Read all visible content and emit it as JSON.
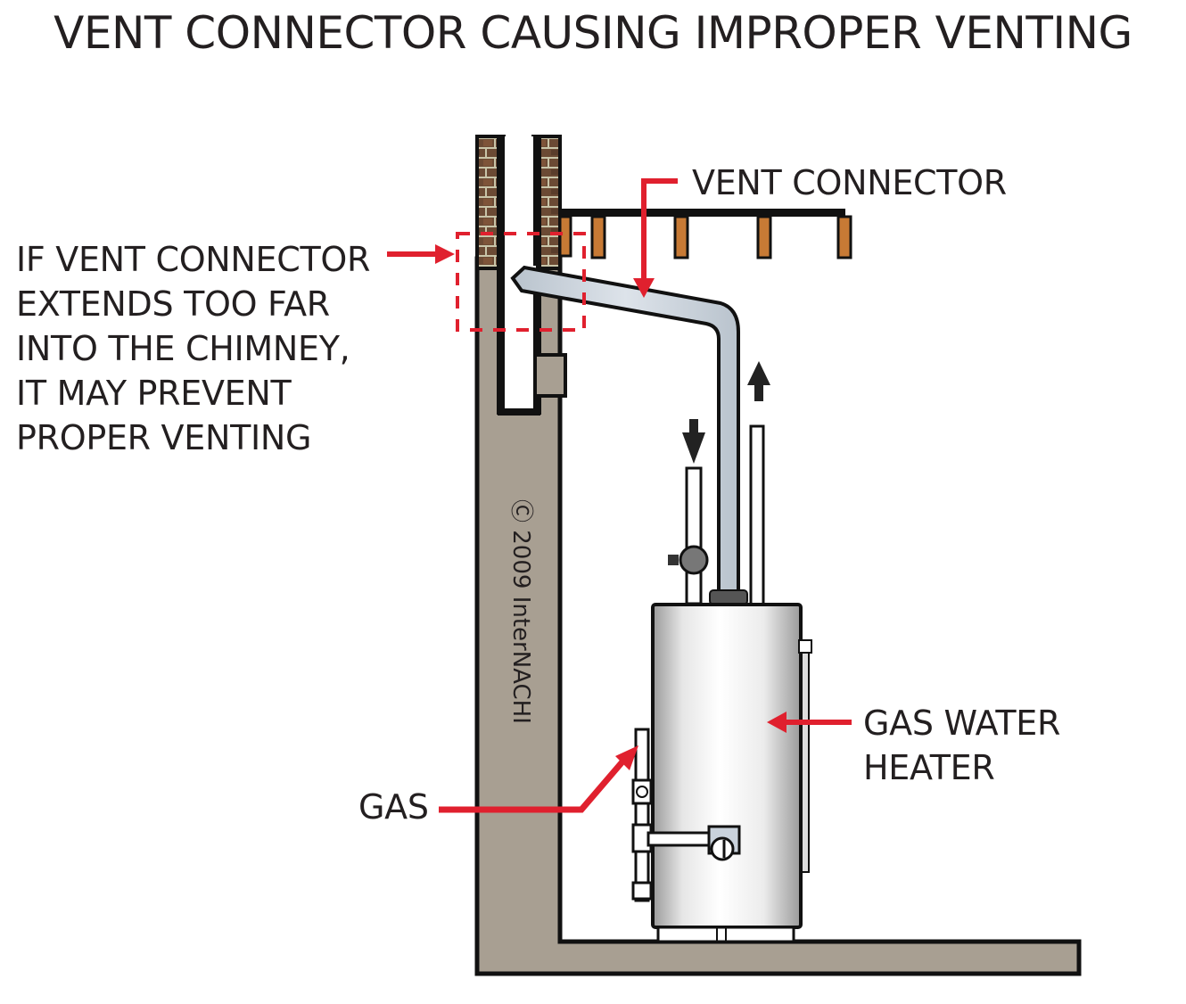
{
  "title": "VENT CONNECTOR CAUSING IMPROPER VENTING",
  "callouts": {
    "warning": {
      "lines": [
        "IF VENT CONNECTOR",
        "EXTENDS TOO FAR",
        "INTO THE CHIMNEY,",
        "IT MAY PREVENT",
        "PROPER VENTING"
      ]
    },
    "vent_connector": "VENT CONNECTOR",
    "gas": "GAS",
    "water_heater": {
      "lines": [
        "GAS WATER",
        "HEATER"
      ]
    }
  },
  "copyright": "Ⓒ 2009 InterNACHI",
  "colors": {
    "callout_red": "#e0202e",
    "concrete": "#a89f92",
    "brick": "#6b4a34",
    "vent_pipe": "#c9d2dc",
    "joist": "#c77a35",
    "outline": "#111111",
    "text": "#231f20"
  }
}
